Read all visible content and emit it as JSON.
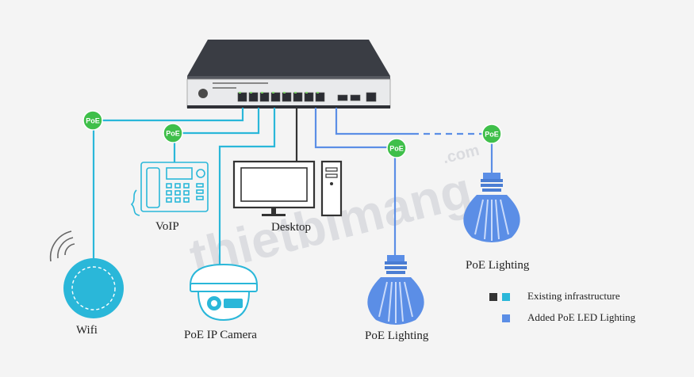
{
  "devices": {
    "voip": "VoIP",
    "desktop": "Desktop",
    "wifi": "Wifi",
    "camera": "PoE IP Camera",
    "lighting_bottom": "PoE Lighting",
    "lighting_right": "PoE Lighting"
  },
  "poe_tag": "PoE",
  "legend": {
    "existing": "Existing infrastructure",
    "added": "Added PoE LED Lighting"
  },
  "watermark": {
    "main": "thietbimang",
    "suffix": ".com"
  },
  "colors": {
    "existing_cable": "#2ab7d9",
    "existing_dark": "#333333",
    "added_cable": "#5b8ee6",
    "poe_badge": "#3fbf4a",
    "device_outline": "#2ab7d9"
  }
}
